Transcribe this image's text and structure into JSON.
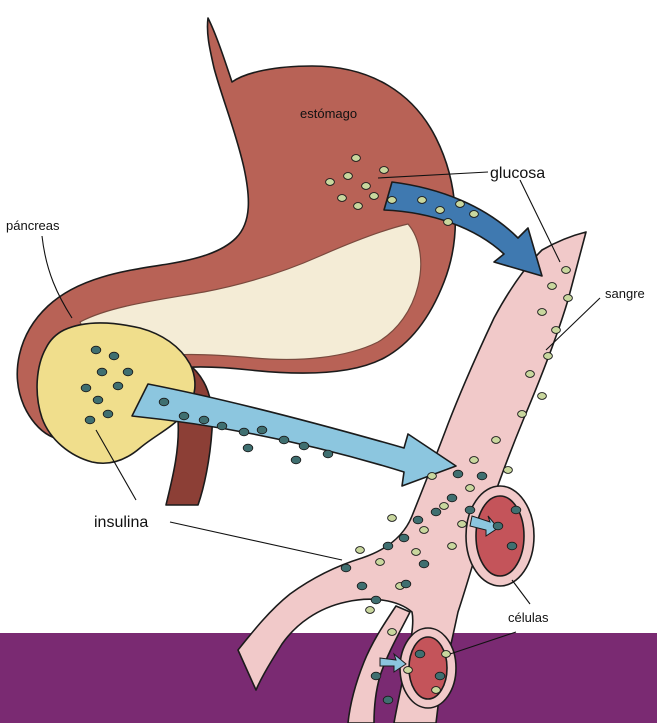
{
  "labels": {
    "stomach": "estómago",
    "glucose": "glucosa",
    "pancreas": "páncreas",
    "blood": "sangre",
    "insulin": "insulina",
    "cells": "células"
  },
  "colors": {
    "stomach": "#b86256",
    "stomach_shadow": "#8c3f36",
    "pancreas": "#f0de8c",
    "food_paste": "#f4ecd6",
    "vessel": "#f1c9c9",
    "glucose_arrow": "#3f79b0",
    "insulin_arrow": "#8cc6df",
    "glucose_dot": "#c9d79e",
    "insulin_dot": "#3f6f70",
    "cell": "#c4545a",
    "bottom_band": "#7a2a72",
    "background": "#ffffff"
  },
  "icons": {
    "glucose": "glucose-molecule-icon",
    "insulin": "insulin-molecule-icon"
  }
}
